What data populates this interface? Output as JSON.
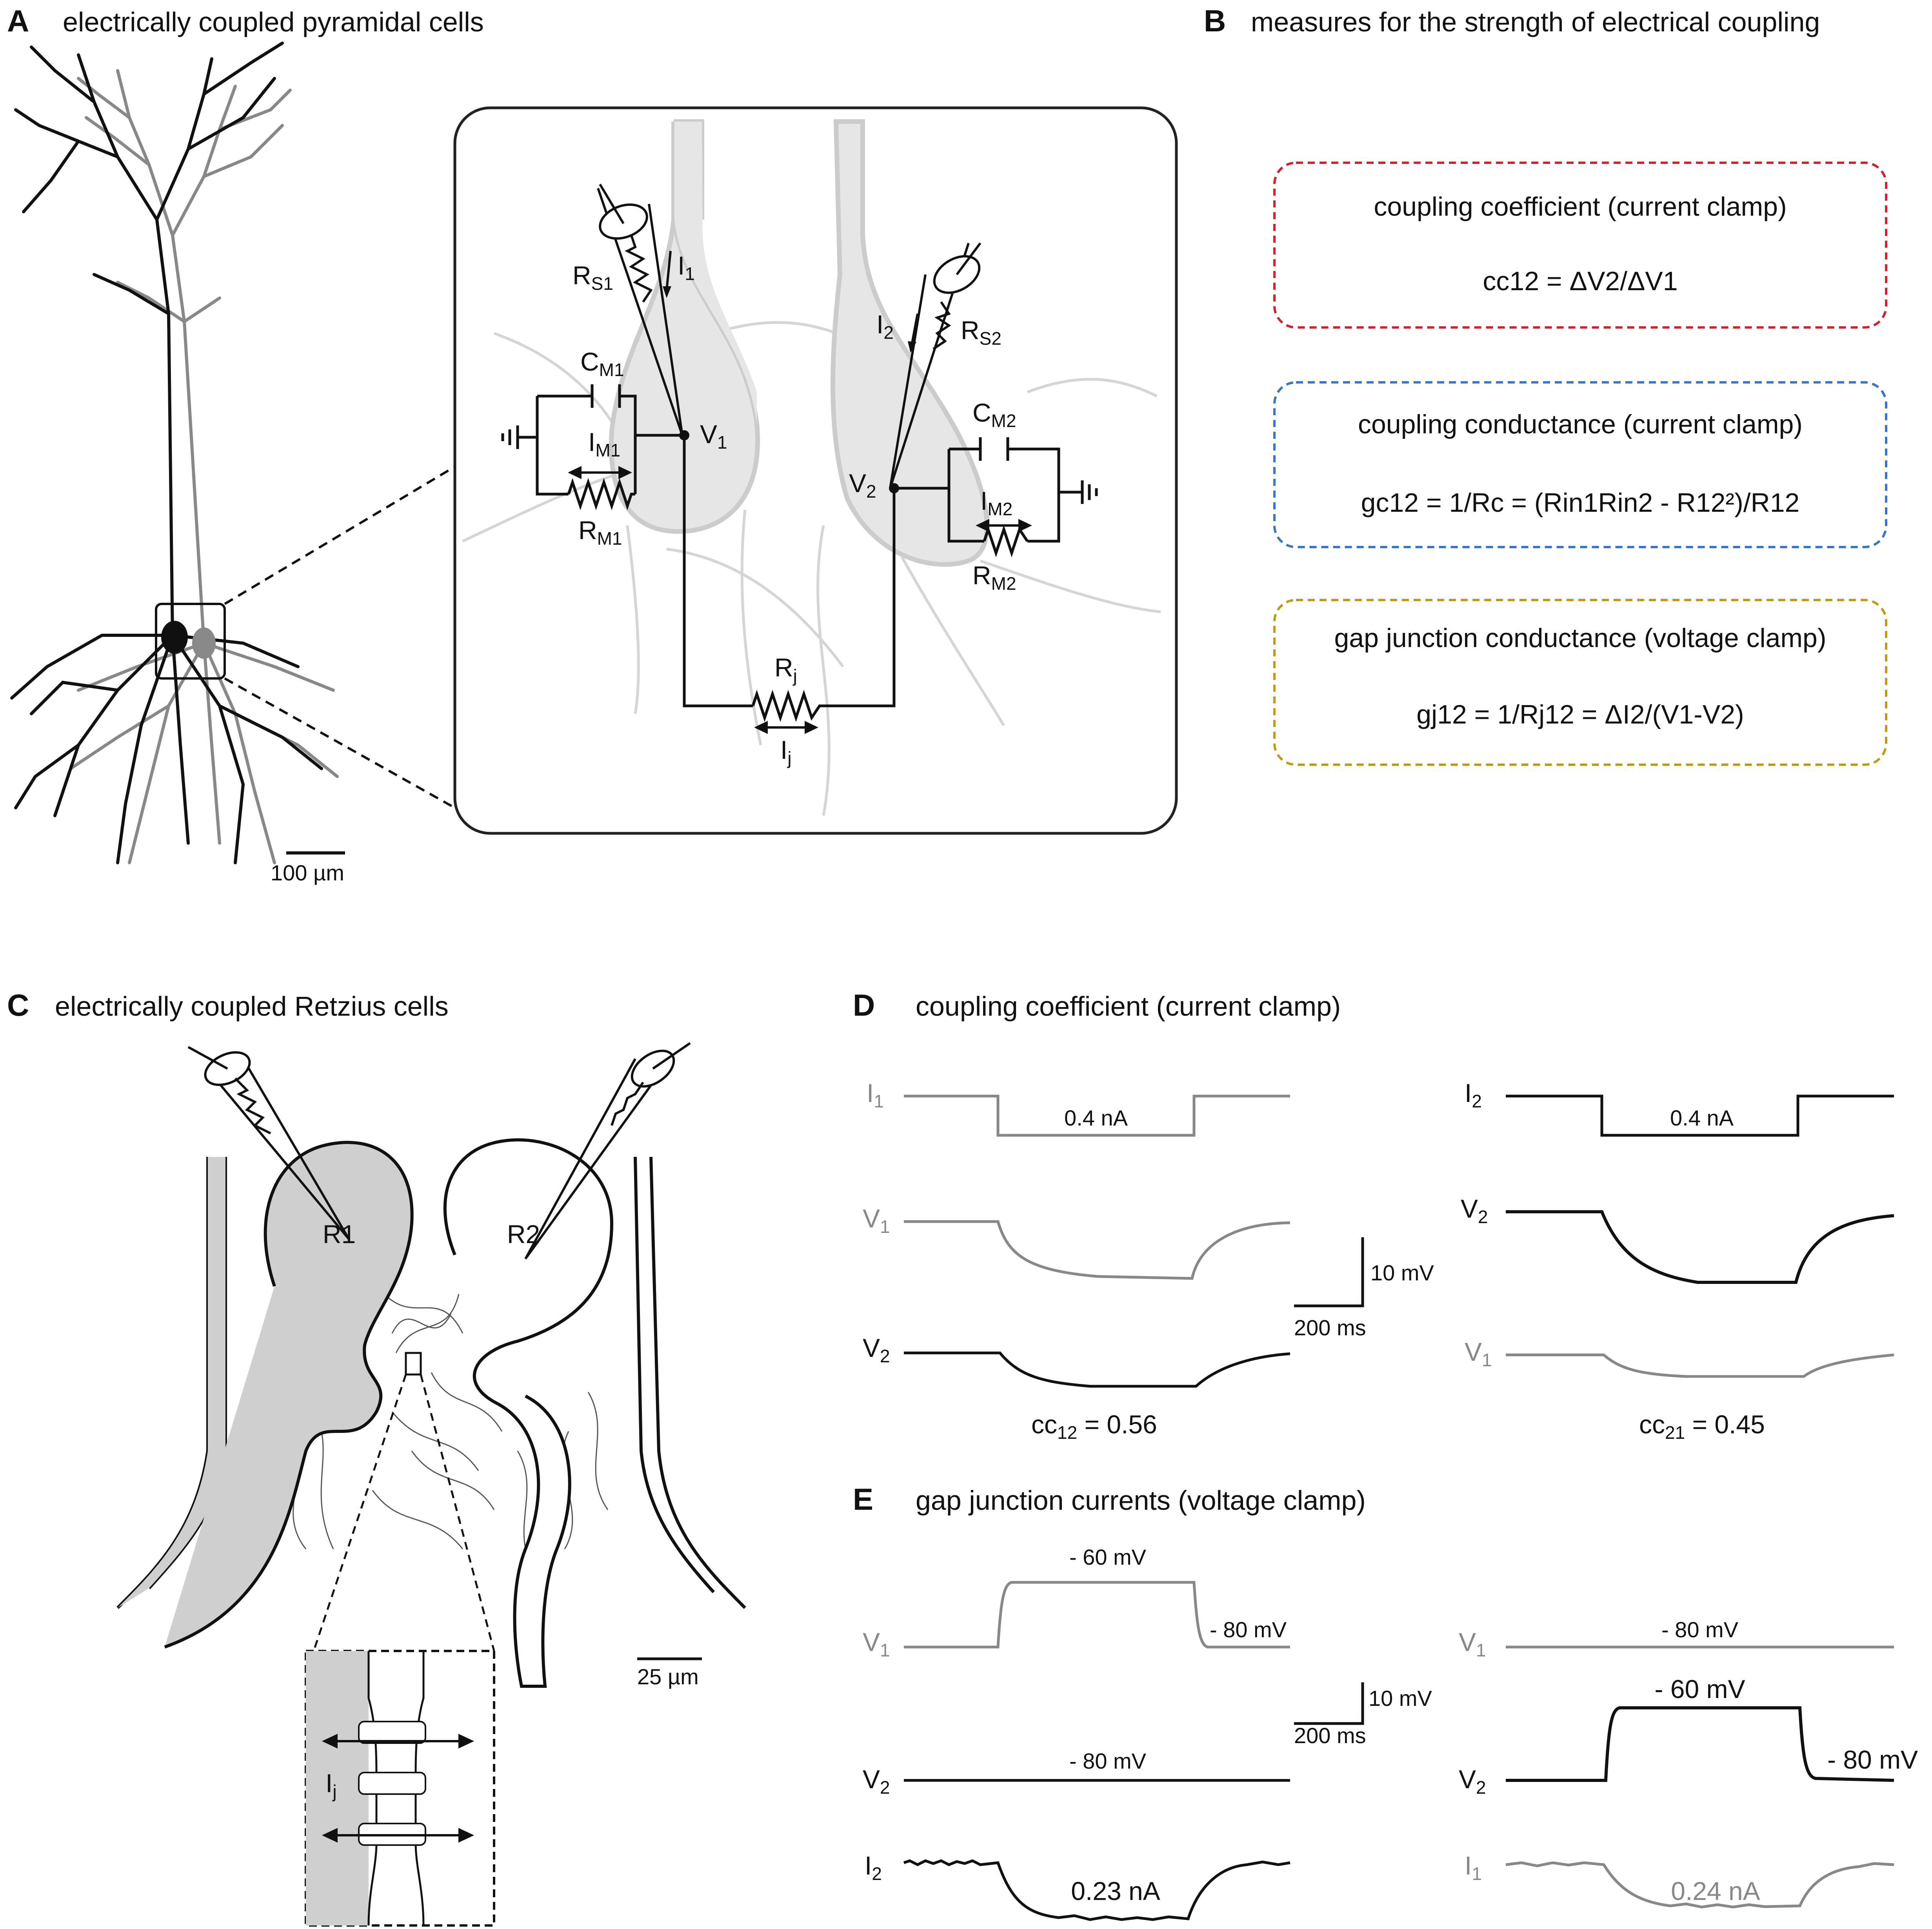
{
  "panelA": {
    "letter": "A",
    "title": "electrically coupled pyramidal cells",
    "scale_bar": "100 µm",
    "circuit": {
      "rs1": "R",
      "rs1_sub": "S1",
      "i1": "I",
      "i1_sub": "1",
      "cm1": "C",
      "cm1_sub": "M1",
      "v1": "V",
      "v1_sub": "1",
      "im1": "I",
      "im1_sub": "M1",
      "rm1": "R",
      "rm1_sub": "M1",
      "i2": "I",
      "i2_sub": "2",
      "rs2": "R",
      "rs2_sub": "S2",
      "cm2": "C",
      "cm2_sub": "M2",
      "v2": "V",
      "v2_sub": "2",
      "im2": "I",
      "im2_sub": "M2",
      "rm2": "R",
      "rm2_sub": "M2",
      "rj": "R",
      "rj_sub": "j",
      "ij": "I",
      "ij_sub": "j"
    }
  },
  "panelB": {
    "letter": "B",
    "title": "measures for the strength of electrical coupling",
    "boxes": [
      {
        "heading": "coupling coefficient (current clamp)",
        "formula": "cc12 = ΔV2/ΔV1",
        "color": "#d0222a"
      },
      {
        "heading": "coupling conductance (current clamp)",
        "formula": "gc12 = 1/Rc = (Rin1Rin2 - R12²)/R12",
        "color": "#3b74c4"
      },
      {
        "heading": "gap junction conductance (voltage clamp)",
        "formula": "gj12 = 1/Rj12 = ΔI2/(V1-V2)",
        "color": "#c09a14"
      }
    ]
  },
  "panelC": {
    "letter": "C",
    "title": "electrically coupled Retzius cells",
    "cell1": "R1",
    "cell2": "R2",
    "scale_bar": "25 µm",
    "inset_label": "I",
    "inset_label_sub": "j"
  },
  "panelD": {
    "letter": "D",
    "title": "coupling coefficient (current clamp)",
    "left": {
      "trace1": "I",
      "trace1_sub": "1",
      "trace2": "V",
      "trace2_sub": "1",
      "trace3": "V",
      "trace3_sub": "2",
      "current": "0.4 nA",
      "result_pre": "cc",
      "result_sub": "12",
      "result_post": " = 0.56"
    },
    "right": {
      "trace1": "I",
      "trace1_sub": "2",
      "trace2": "V",
      "trace2_sub": "2",
      "trace3": "V",
      "trace3_sub": "1",
      "current": "0.4 nA",
      "result_pre": "cc",
      "result_sub": "21",
      "result_post": " = 0.45"
    },
    "scale_v": "10 mV",
    "scale_t": "200 ms"
  },
  "panelE": {
    "letter": "E",
    "title": "gap junction currents (voltage clamp)",
    "left": {
      "v1": "V",
      "v1_sub": "1",
      "v2": "V",
      "v2_sub": "2",
      "i": "I",
      "i_sub": "2",
      "step": "- 60 mV",
      "hold": "- 80 mV",
      "hold_v2": "- 80 mV",
      "current": "0.23 nA"
    },
    "right": {
      "v1": "V",
      "v1_sub": "1",
      "v2": "V",
      "v2_sub": "2",
      "i": "I",
      "i_sub": "1",
      "hold_v1": "- 80 mV",
      "step": "- 60 mV",
      "hold": "- 80 mV",
      "current": "0.24 nA"
    },
    "scale_v": "10 mV",
    "scale_t": "200 ms"
  },
  "colors": {
    "stim_gray": "#888888",
    "black": "#111111",
    "cell_fill": "#e6e6e6",
    "cell_outline": "#cccccc"
  }
}
